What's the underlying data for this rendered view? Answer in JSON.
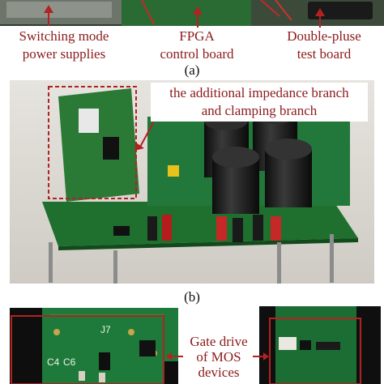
{
  "panel_a": {
    "labels": {
      "smps_line1": "Switching mode",
      "smps_line2": "power supplies",
      "fpga_line1": "FPGA",
      "fpga_line2": "control board",
      "dp_line1": "Double-pluse",
      "dp_line2": "test board"
    },
    "caption": "(a)"
  },
  "panel_b": {
    "annotation_line1": "the additional impedance branch",
    "annotation_line2": "and clamping branch",
    "caption": "(b)"
  },
  "panel_c": {
    "annotation_line1": "Gate drive",
    "annotation_line2": "of MOS",
    "annotation_line3": "devices",
    "silkscreen": [
      "J7",
      "C4",
      "C6"
    ]
  },
  "colors": {
    "accent": "#b22222",
    "pcb_green": "#1e6b2f",
    "label_red": "#8b1a1a"
  }
}
